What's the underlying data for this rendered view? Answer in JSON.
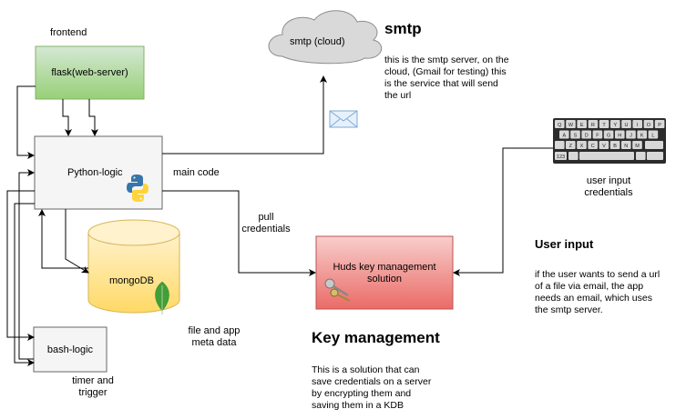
{
  "labels": {
    "frontend": "frontend",
    "flask": "flask(web-server)",
    "python_logic": "Python-logic",
    "main_code": "main code",
    "pull_credentials_1": "pull",
    "pull_credentials_2": "credentials",
    "mongodb": "mongoDB",
    "file_meta_1": "file and app",
    "file_meta_2": "meta data",
    "bash_logic": "bash-logic",
    "timer_1": "timer and",
    "timer_2": "trigger",
    "smtp_cloud": "smtp (cloud)",
    "huds_1": "Huds key management",
    "huds_2": "solution",
    "user_input_cred_1": "user input",
    "user_input_cred_2": "credentials"
  },
  "smtp_section": {
    "heading": "smtp",
    "text": "this is the smtp server, on the\ncloud, (Gmail for testing) this\nis the service that will send\nthe url"
  },
  "user_input_section": {
    "heading": "User input",
    "text": "if the user wants to send a url\nof a file via email, the app\nneeds an email, which uses\nthe smtp server."
  },
  "key_section": {
    "heading": "Key management",
    "text": "This is a solution that can\nsave credentials on a server\nby encrypting them and\nsaving them in a KDB"
  },
  "keyboard": {
    "row1": [
      "Q",
      "W",
      "E",
      "R",
      "T",
      "Y",
      "U",
      "I",
      "O",
      "P"
    ],
    "row2": [
      "A",
      "S",
      "D",
      "F",
      "G",
      "H",
      "J",
      "K",
      "L"
    ],
    "row3": [
      "Z",
      "X",
      "C",
      "V",
      "B",
      "N",
      "M"
    ],
    "num_key": "123"
  },
  "colors": {
    "flask_fill_top": "#d5e8d4",
    "flask_fill_bottom": "#97d077",
    "flask_stroke": "#82b366",
    "python_fill": "#f5f5f5",
    "python_stroke": "#666666",
    "mongo_fill_top": "#fff2cc",
    "mongo_fill_bottom": "#ffd966",
    "mongo_stroke": "#d6b656",
    "huds_fill_top": "#f8cecc",
    "huds_fill_bottom": "#ea6b66",
    "huds_stroke": "#b85450",
    "cloud_fill": "#d9d9d9",
    "arrow": "#000000"
  },
  "icons": [
    "python-logo-icon",
    "mongodb-leaf-icon",
    "envelope-icon",
    "keys-icon",
    "keyboard-icon"
  ]
}
